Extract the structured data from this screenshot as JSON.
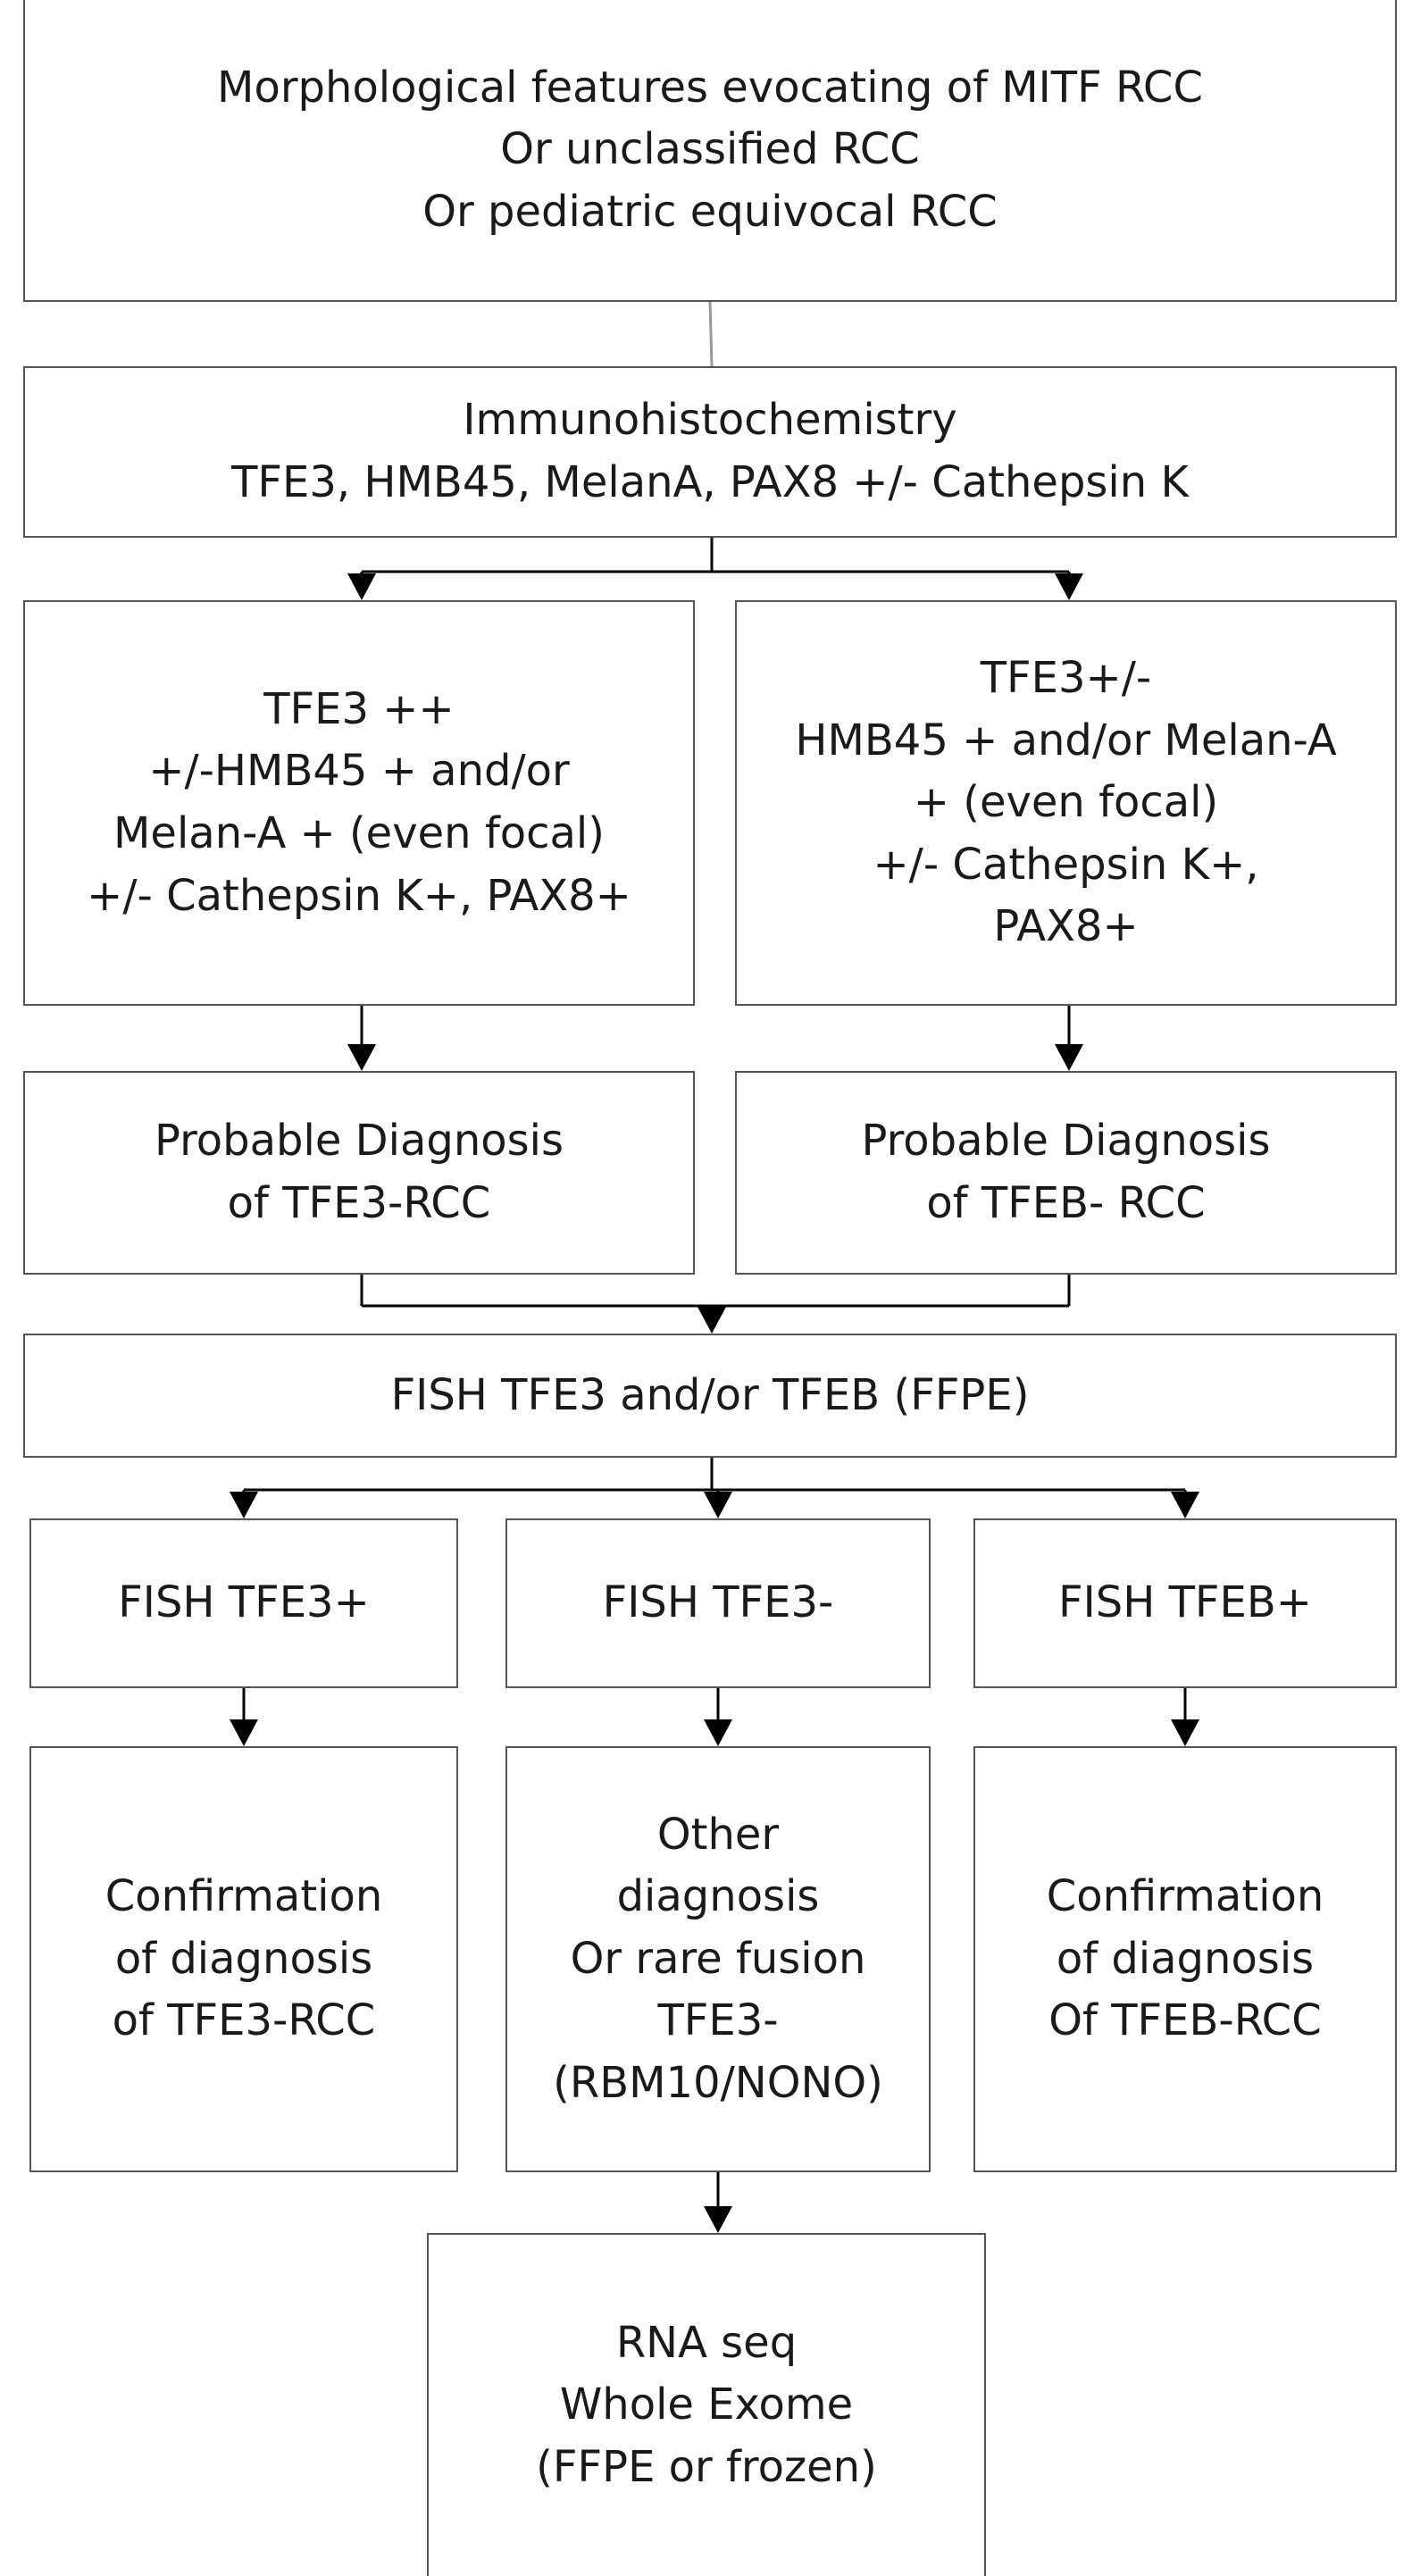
{
  "colors": {
    "box_border": "#555555",
    "connector": "#000000",
    "text": "#1a1a1a",
    "background": "#ffffff"
  },
  "boxes": {
    "start": [
      "Morphological features evocating of MITF RCC",
      "Or unclassified RCC",
      "Or pediatric equivocal RCC"
    ],
    "ihc": [
      "Immunohistochemistry",
      "TFE3, HMB45, MelanA, PAX8  +/- Cathepsin K"
    ],
    "ihc_left": [
      "TFE3 ++",
      "+/-HMB45 + and/or",
      "Melan-A + (even focal)",
      "+/- Cathepsin K+, PAX8+"
    ],
    "ihc_right": [
      "TFE3+/-",
      "HMB45 + and/or Melan-A",
      "+ (even focal)",
      "+/- Cathepsin K+,",
      "PAX8+"
    ],
    "probable_tfe3": [
      "Probable Diagnosis",
      "of TFE3-RCC"
    ],
    "probable_tfeb": [
      "Probable Diagnosis",
      "of TFEB- RCC"
    ],
    "fish": [
      "FISH TFE3 and/or TFEB (FFPE)"
    ],
    "fish_tfe3_pos": [
      "FISH TFE3+"
    ],
    "fish_tfe3_neg": [
      "FISH TFE3-"
    ],
    "fish_tfeb_pos": [
      "FISH TFEB+"
    ],
    "confirm_tfe3": [
      "Confirmation",
      "of diagnosis",
      "of TFE3-RCC"
    ],
    "other": [
      "Other",
      "diagnosis",
      "Or rare fusion",
      "TFE3-",
      "(RBM10/NONO)"
    ],
    "confirm_tfeb": [
      "Confirmation",
      "of diagnosis",
      "Of TFEB-RCC"
    ],
    "rnaseq": [
      "RNA seq",
      "Whole Exome",
      "(FFPE or frozen)"
    ]
  }
}
